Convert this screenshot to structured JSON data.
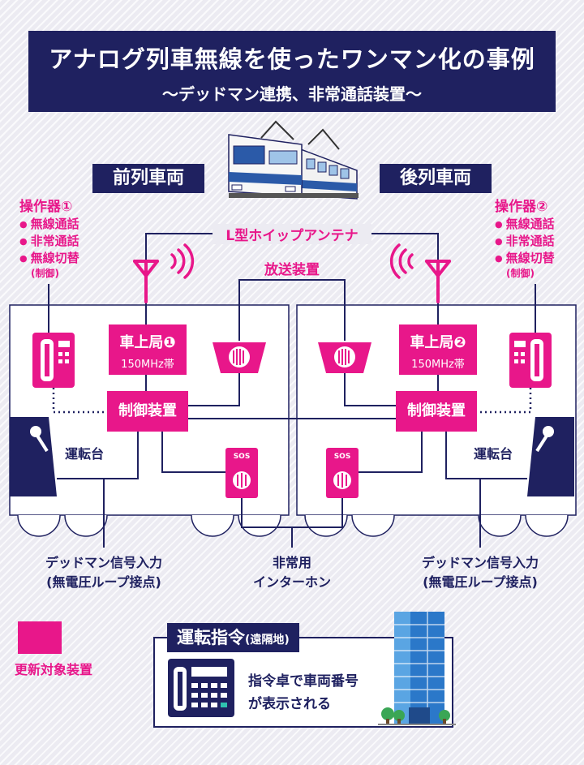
{
  "header": {
    "title": "アナログ列車無線を使ったワンマン化の事例",
    "subtitle": "〜デッドマン連携、非常通話装置〜"
  },
  "cars": {
    "front": "前列車両",
    "rear": "後列車両"
  },
  "antenna_label": "L型ホイップアンテナ",
  "broadcast_label": "放送装置",
  "station1": {
    "name": "車上局❶",
    "band": "150MHz帯"
  },
  "station2": {
    "name": "車上局❷",
    "band": "150MHz帯"
  },
  "control_device": "制御装置",
  "driver_seat": "運転台",
  "operator1": {
    "title": "操作器①",
    "items": [
      "無線通話",
      "非常通話",
      "無線切替"
    ],
    "note": "(制御)"
  },
  "operator2": {
    "title": "操作器②",
    "items": [
      "無線通話",
      "非常通話",
      "無線切替"
    ],
    "note": "(制御)"
  },
  "sos": "SOS",
  "deadman": {
    "line1": "デッドマン信号入力",
    "line2": "(無電圧ループ接点)"
  },
  "intercom": {
    "line1": "非常用",
    "line2": "インターホン"
  },
  "legend_label": "更新対象装置",
  "command": {
    "title": "運転指令",
    "location": "(遠隔地)",
    "desc1": "指令卓で車両番号",
    "desc2": "が表示される"
  },
  "colors": {
    "navy": "#1f2160",
    "magenta": "#e8178a",
    "train_blue": "#2b5aa8"
  }
}
